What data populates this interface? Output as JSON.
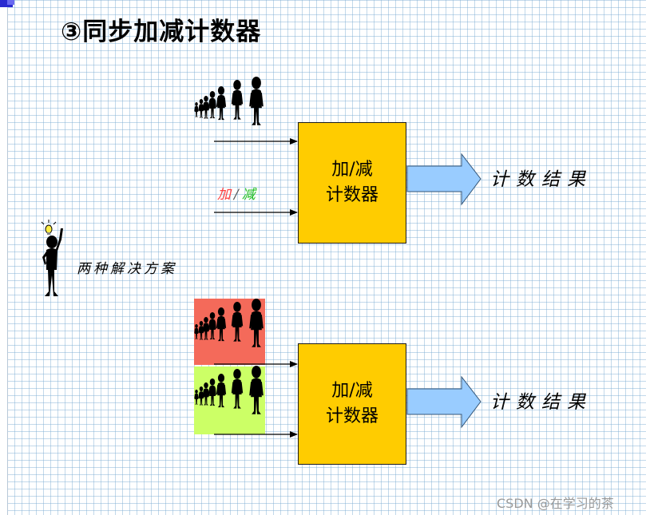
{
  "title": "③同步加减计数器",
  "counter_box": {
    "line1": "加/减",
    "line2": "计数器"
  },
  "result_label": "计数结果",
  "control_label": {
    "add": "加",
    "slash": "/",
    "sub": "减"
  },
  "solutions_label": "两种解决方案",
  "watermark": "CSDN @在学习的茶",
  "colors": {
    "box_fill": "#ffcc00",
    "arrow_fill": "#99ccff",
    "panel_red": "#f46a5a",
    "panel_green": "#ccff66",
    "label_add": "#ff4040",
    "label_sub": "#20c020"
  }
}
